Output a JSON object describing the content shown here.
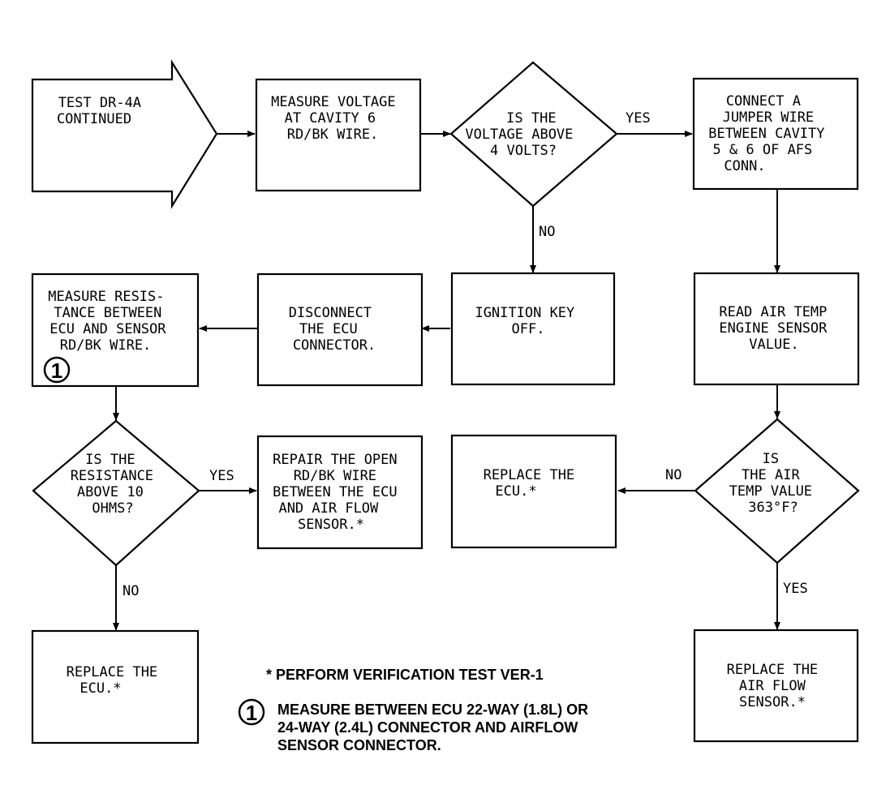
{
  "nodes": {
    "start": {
      "lines": [
        "TEST DR-4A",
        "CONTINUED"
      ]
    },
    "measure_voltage": {
      "lines": [
        "MEASURE VOLTAGE",
        "AT CAVITY 6",
        "RD/BK WIRE."
      ]
    },
    "is_voltage": {
      "lines": [
        "IS THE",
        "VOLTAGE ABOVE",
        "4 VOLTS?"
      ]
    },
    "connect_jumper": {
      "lines": [
        "CONNECT A",
        "JUMPER WIRE",
        "BETWEEN CAVITY",
        "5 & 6 OF AFS",
        "CONN."
      ]
    },
    "ignition_off": {
      "lines": [
        "IGNITION KEY",
        "OFF."
      ]
    },
    "disconnect_ecu": {
      "lines": [
        "DISCONNECT",
        "THE ECU",
        "CONNECTOR."
      ]
    },
    "measure_resistance": {
      "lines": [
        "MEASURE RESIS-",
        "TANCE BETWEEN",
        "ECU AND SENSOR",
        "RD/BK WIRE."
      ],
      "marker": "1"
    },
    "read_air_temp": {
      "lines": [
        "READ AIR TEMP",
        "ENGINE SENSOR",
        "VALUE."
      ]
    },
    "is_resistance": {
      "lines": [
        "IS THE",
        "RESISTANCE",
        "ABOVE 10",
        "OHMS?"
      ]
    },
    "repair_open": {
      "lines": [
        "REPAIR THE OPEN",
        "RD/BK WIRE",
        "BETWEEN THE ECU",
        "AND AIR FLOW",
        "SENSOR.*"
      ]
    },
    "replace_ecu_mid": {
      "lines": [
        "REPLACE THE",
        "ECU.*"
      ]
    },
    "is_air_temp": {
      "lines": [
        "IS",
        "THE AIR",
        "TEMP VALUE",
        "363°F?"
      ]
    },
    "replace_ecu_bottom": {
      "lines": [
        "REPLACE THE",
        "ECU.*"
      ]
    },
    "replace_afs": {
      "lines": [
        "REPLACE THE",
        "AIR FLOW",
        "SENSOR.*"
      ]
    }
  },
  "edge_labels": {
    "voltage_yes": "YES",
    "voltage_no": "NO",
    "resistance_yes": "YES",
    "resistance_no": "NO",
    "air_temp_no": "NO",
    "air_temp_yes": "YES"
  },
  "notes": {
    "asterisk_note": "* PERFORM VERIFICATION TEST VER-1",
    "marker_note": {
      "number": "1",
      "lines": [
        "MEASURE BETWEEN ECU 22-WAY (1.8L) OR",
        "24-WAY (2.4L) CONNECTOR AND AIRFLOW",
        "SENSOR CONNECTOR."
      ]
    }
  }
}
